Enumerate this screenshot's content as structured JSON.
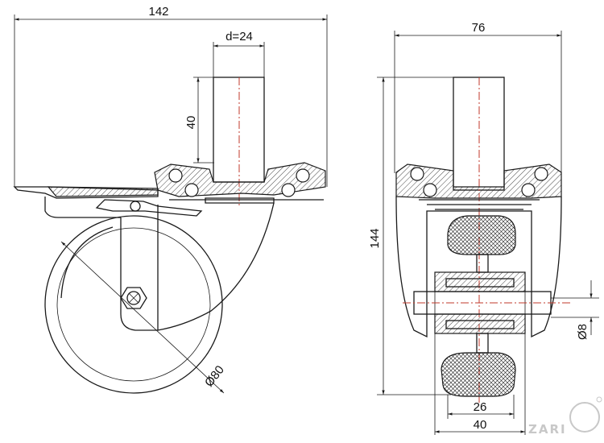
{
  "dimensions": {
    "overall_width": "142",
    "stem_diameter": "d=24",
    "stem_length": "40",
    "wheel_diameter": "Ø80",
    "side_width": "76",
    "overall_height": "144",
    "axle_diameter": "Ø8",
    "hub_width": "26",
    "wheel_width": "40"
  },
  "logo": {
    "text": "ZARI",
    "color": "#c8c8c8"
  },
  "colors": {
    "line": "#1a1a1a",
    "centerline": "#c0392b"
  }
}
